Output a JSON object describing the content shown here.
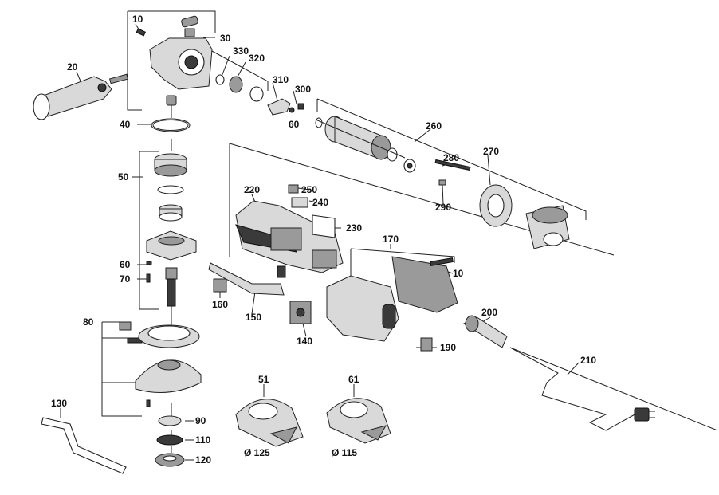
{
  "labels": {
    "p10_top": "10",
    "p30": "30",
    "p20": "20",
    "p330": "330",
    "p320": "320",
    "p310": "310",
    "p300": "300",
    "p60_top": "60",
    "p40": "40",
    "p260": "260",
    "p50": "50",
    "p280": "280",
    "p270": "270",
    "p220": "220",
    "p250": "250",
    "p240": "240",
    "p290": "290",
    "p230": "230",
    "p170": "170",
    "p60_mid": "60",
    "p10_mid": "10",
    "p70": "70",
    "p160": "160",
    "p150": "150",
    "p200": "200",
    "p140": "140",
    "p80": "80",
    "p190": "190",
    "p210": "210",
    "p51": "51",
    "p61": "61",
    "p130": "130",
    "p90": "90",
    "p110": "110",
    "p120": "120",
    "d125": "Ø 125",
    "d115": "Ø 115"
  }
}
